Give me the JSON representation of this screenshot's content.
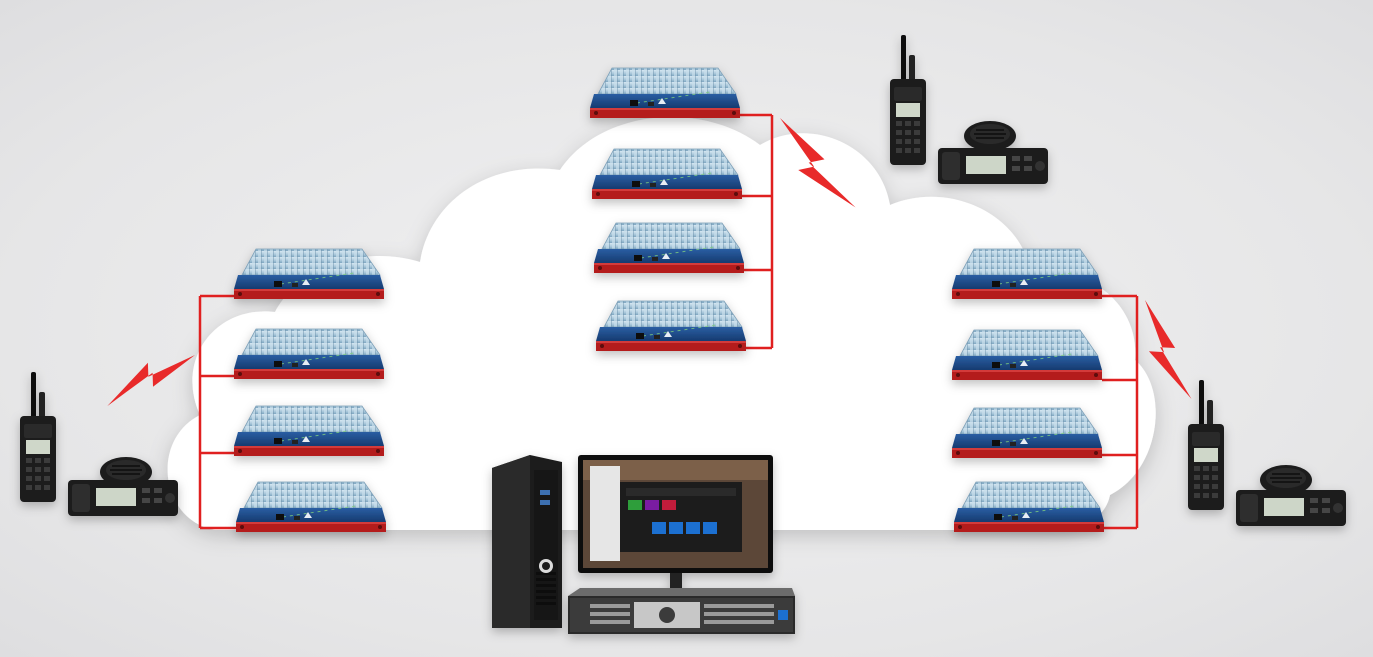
{
  "diagram": {
    "topology": "radio-gateway-cloud",
    "background_cloud_color": "#ffffff",
    "link_color": "#e02020",
    "lightning_color": "#e82a2a",
    "gateway_colors": {
      "heatsink": "#a9c9dc",
      "body": "#1f4d8f",
      "faceplate": "#b31b1b"
    },
    "groups": [
      {
        "id": "group-left",
        "gateway_count": 4,
        "linked_radio": "radio-left"
      },
      {
        "id": "group-top",
        "gateway_count": 4,
        "linked_radio": "radio-top"
      },
      {
        "id": "group-right",
        "gateway_count": 4,
        "linked_radio": "radio-right"
      }
    ],
    "radios": [
      {
        "id": "radio-left",
        "icons": [
          "handheld-radio-icon",
          "mobile-radio-icon",
          "microphone-icon"
        ]
      },
      {
        "id": "radio-top",
        "icons": [
          "handheld-radio-icon",
          "mobile-radio-icon",
          "microphone-icon"
        ]
      },
      {
        "id": "radio-right",
        "icons": [
          "handheld-radio-icon",
          "mobile-radio-icon",
          "microphone-icon"
        ]
      }
    ],
    "console": {
      "icons": [
        "mini-pc-icon",
        "monitor-icon",
        "rack-server-icon"
      ],
      "screen_tile_colors": [
        "#2f9e3a",
        "#7a1fa2",
        "#c21b3a",
        "#1f6fd1",
        "#1f6fd1",
        "#1f6fd1",
        "#1f6fd1"
      ]
    }
  }
}
